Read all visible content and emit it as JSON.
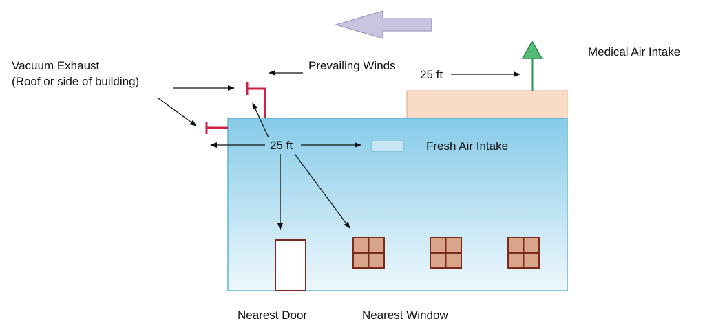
{
  "labels": {
    "vacuum_exhaust_line1": "Vacuum Exhaust",
    "vacuum_exhaust_line2": "(Roof or side of building)",
    "prevailing_winds": "Prevailing Winds",
    "distance_roof": "25 ft",
    "distance_side": "25 ft",
    "medical_air_intake": "Medical Air Intake",
    "fresh_air_intake": "Fresh Air Intake",
    "nearest_door": "Nearest Door",
    "nearest_window": "Nearest Window"
  },
  "colors": {
    "building_top": "#86cbe8",
    "building_bottom": "#eef8fc",
    "building_border": "#5fb3d3",
    "roof_annex": "#fadbc8",
    "roof_annex_border": "#e0a07e",
    "wind_arrow": "#c9c5e0",
    "wind_arrow_border": "#8e88b8",
    "exhaust_pipe": "#cc2244",
    "intake_pipe": "#1e9a50",
    "intake_cap": "#55bb77",
    "door_window": "#7a2a1a",
    "window_fill": "#d8a58a",
    "fresh_air_vent": "#c8e6f5"
  },
  "icons": {
    "wind_direction": "left-arrow-icon",
    "intake_cap": "triangle-cap-icon"
  }
}
